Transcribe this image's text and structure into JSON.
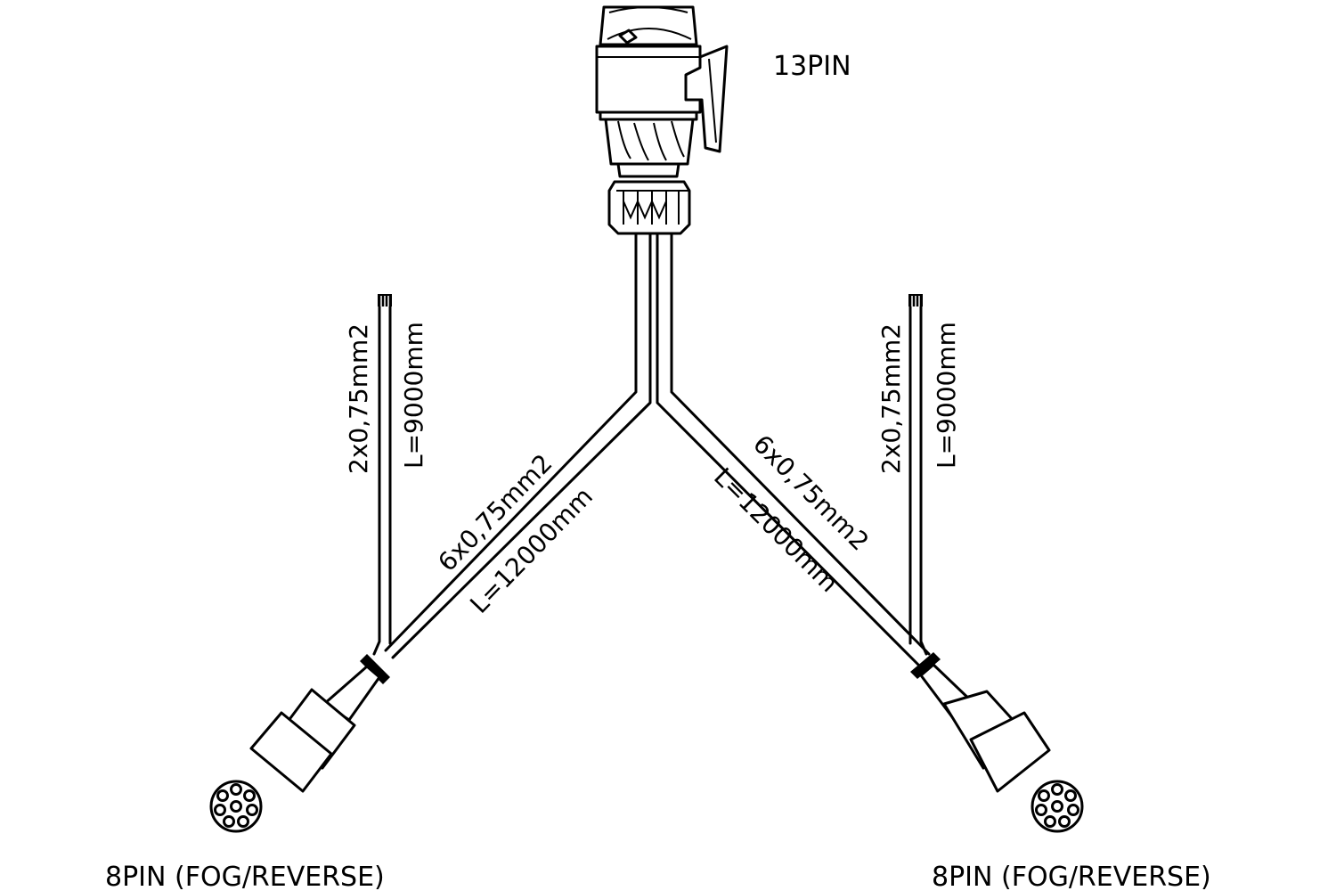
{
  "diagram": {
    "top_connector": {
      "label": "13PIN"
    },
    "left_branch": {
      "main_cable": {
        "spec": "6x0,75mm2",
        "length": "L=12000mm"
      },
      "side_cable": {
        "spec": "2x0,75mm2",
        "length": "L=9000mm"
      },
      "connector": {
        "label": "8PIN (FOG/REVERSE)"
      }
    },
    "right_branch": {
      "main_cable": {
        "spec": "6x0,75mm2",
        "length": "L=12000mm"
      },
      "side_cable": {
        "spec": "2x0,75mm2",
        "length": "L=9000mm"
      },
      "connector": {
        "label": "8PIN (FOG/REVERSE)"
      }
    }
  }
}
